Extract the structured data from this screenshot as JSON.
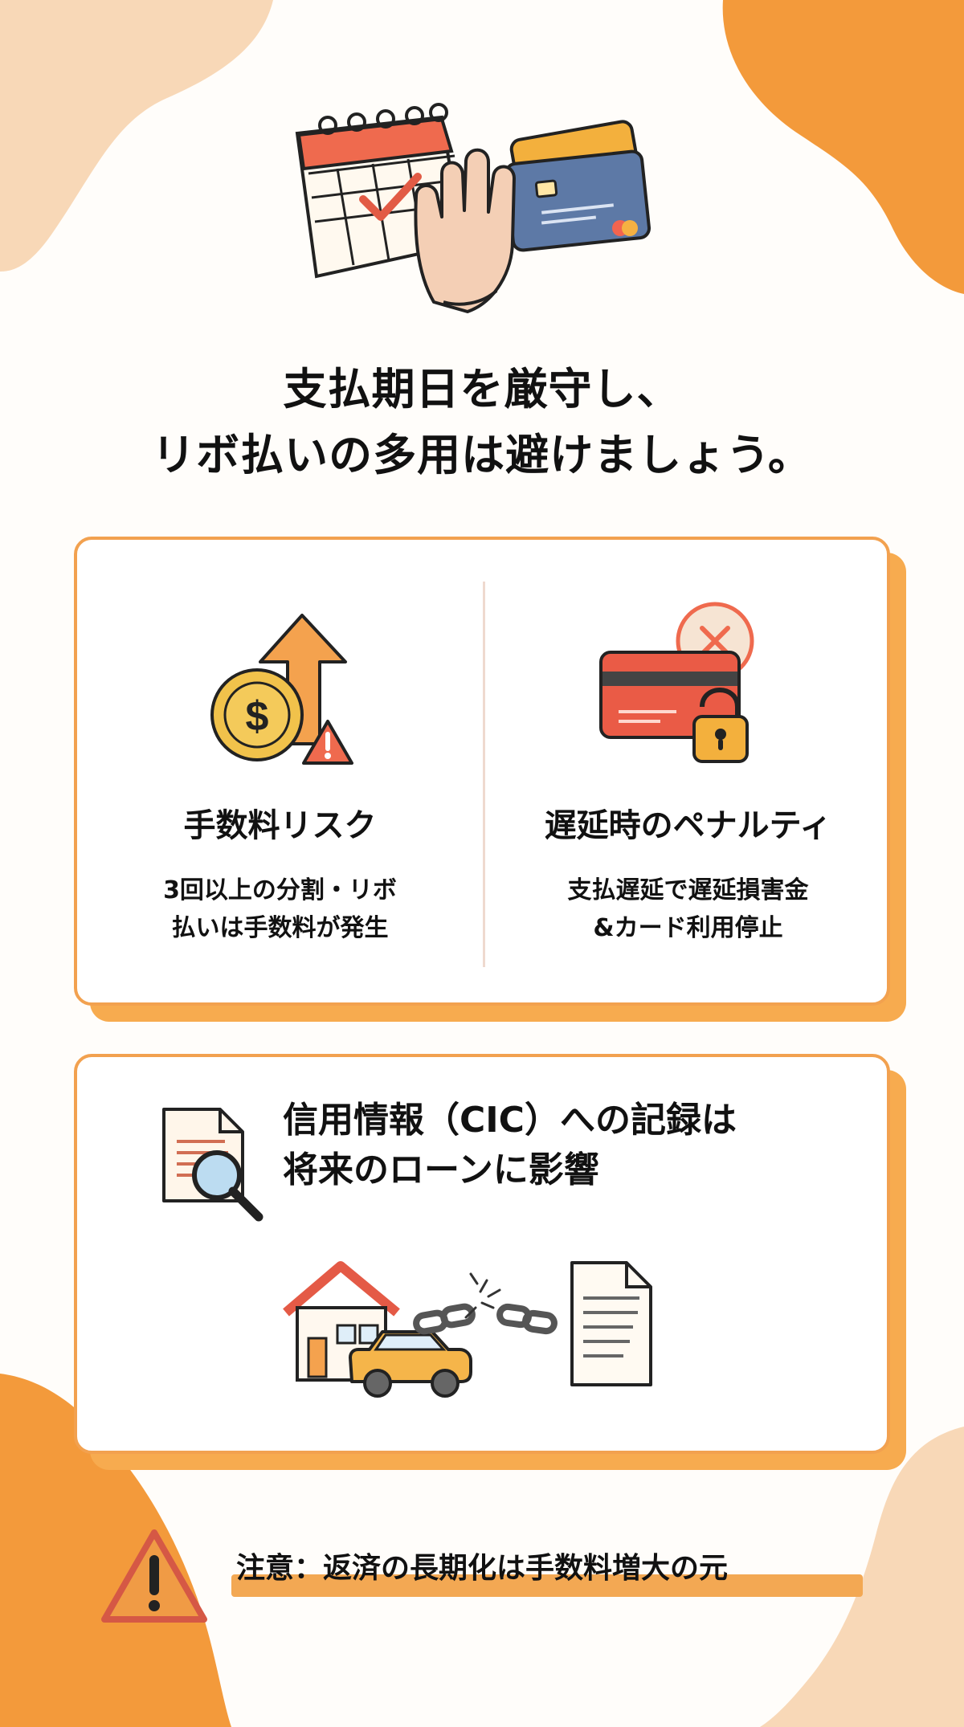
{
  "headline": {
    "line1": "支払期日を厳守し、",
    "line2": "リボ払いの多用は避けましょう。"
  },
  "panels": [
    {
      "title": "手数料リスク",
      "body_line1": "3回以上の分割・リボ",
      "body_line2": "払いは手数料が発生"
    },
    {
      "title": "遅延時のペナルティ",
      "body_line1": "支払遅延で遅延損害金",
      "body_line2": "&カード利用停止"
    }
  ],
  "record": {
    "line1": "信用情報（CIC）への記録は",
    "line2": "将来のローンに影響"
  },
  "warning": {
    "text": "注意：返済の長期化は手数料増大の元"
  },
  "theme": {
    "accent": "#f2a14f",
    "blob": "#f39a3b",
    "blob_soft": "#f8d8b7",
    "red": "#ea5b46",
    "blue": "#58739f"
  },
  "icons": {
    "hero_calendar": "calendar-icon",
    "hero_hand": "stop-hand-icon",
    "hero_cards": "credit-card-icon",
    "fee_risk": "coin-arrow-warning-icon",
    "penalty": "locked-card-icon",
    "record": "document-search-icon",
    "loan_scene": "house-car-chain-document-icon",
    "warning": "warning-icon"
  }
}
